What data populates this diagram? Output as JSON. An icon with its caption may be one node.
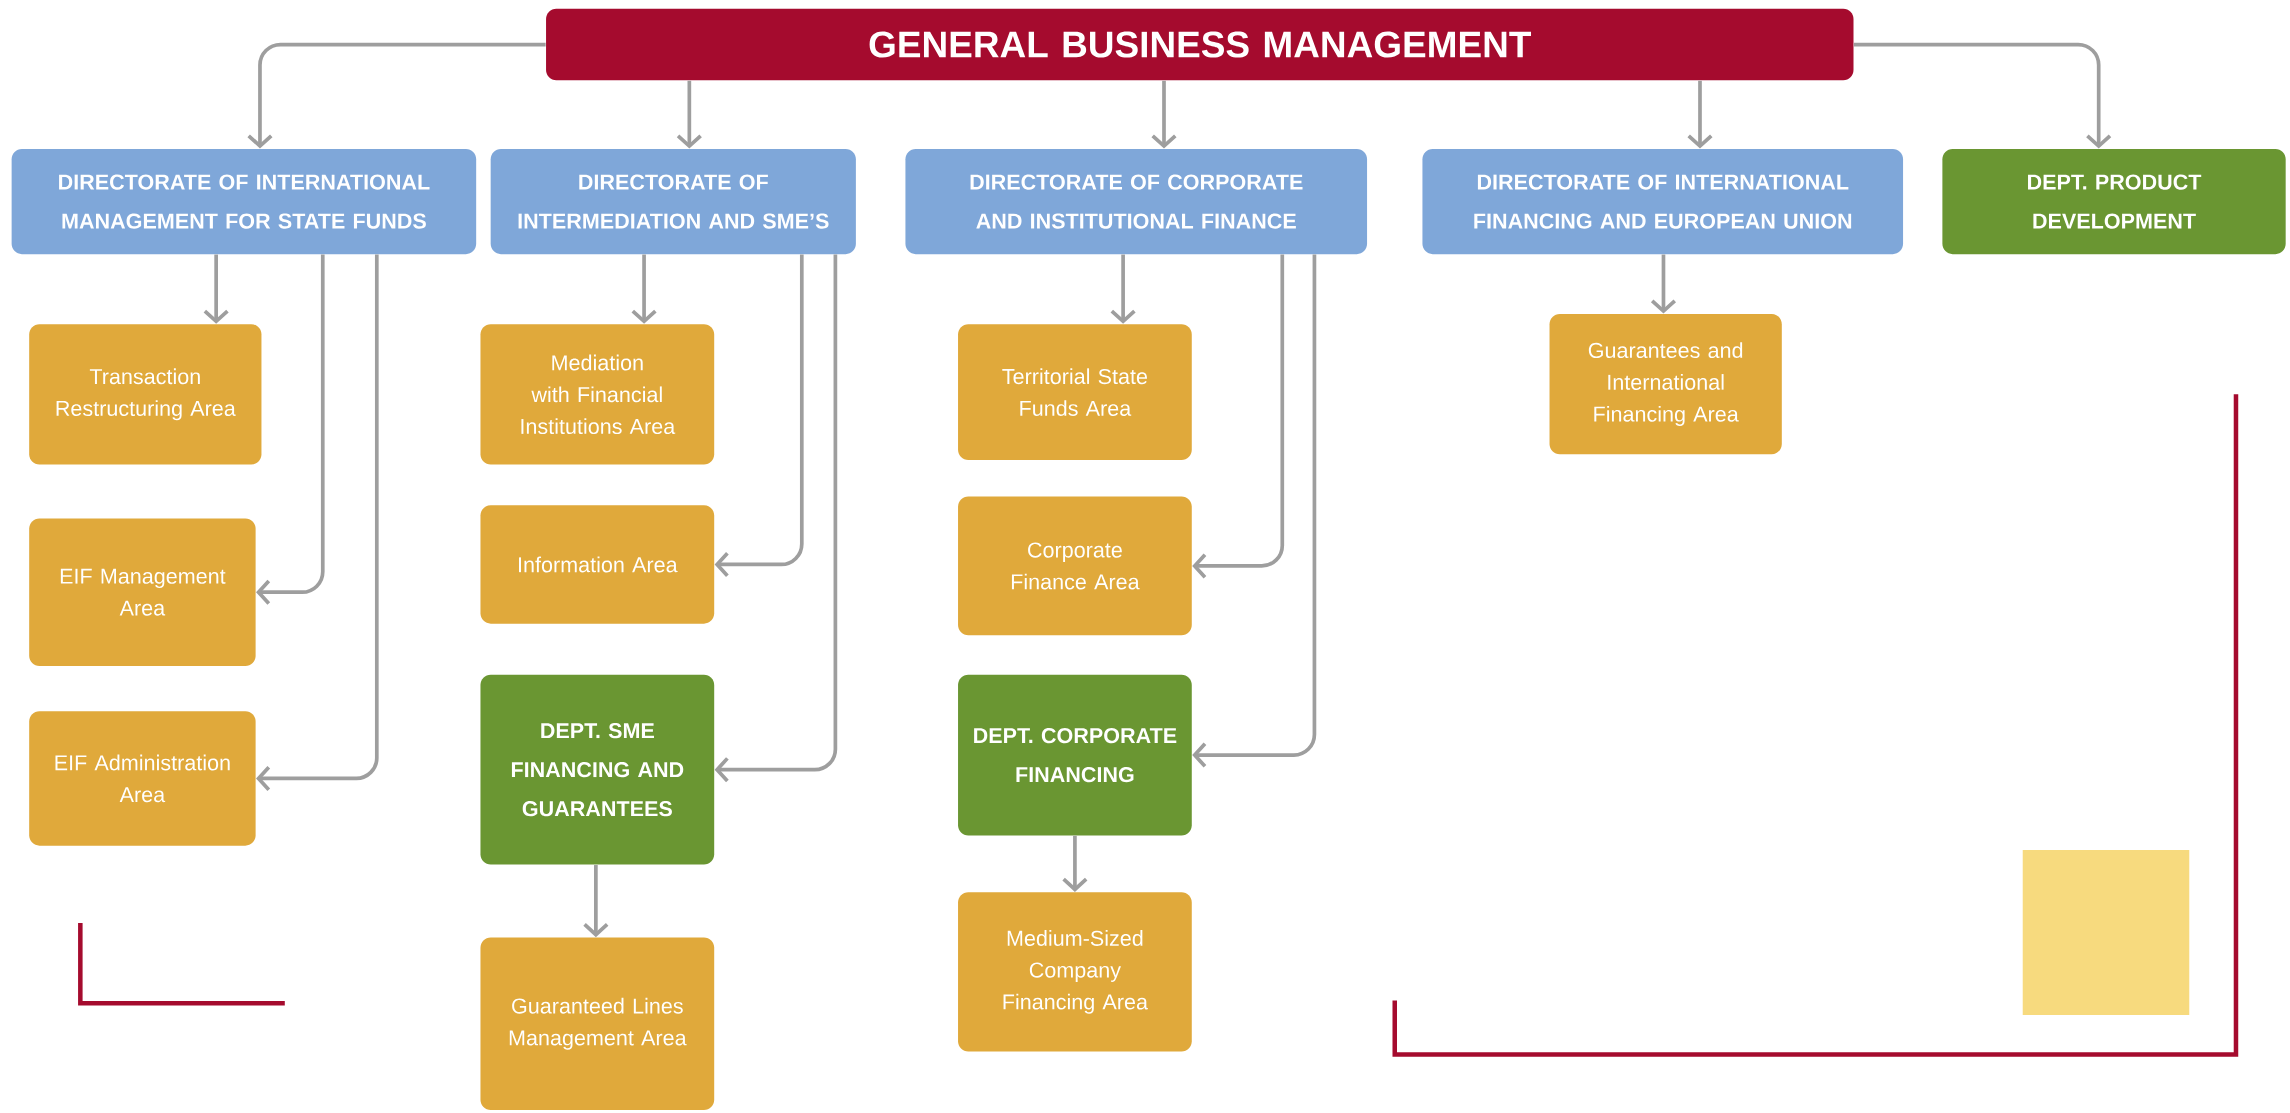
{
  "diagram": {
    "nodes": [
      {
        "text": [
          "GENERAL BUSINESS MANAGEMENT"
        ]
      },
      {
        "text": [
          "DIRECTORATE OF INTERNATIONAL MANAGEMENT FOR STATE FUNDS"
        ]
      },
      {
        "text": [
          "DIRECTORATE OF INTERMEDIATION AND SME’S"
        ]
      },
      {
        "text": [
          "DIRECTORATE OF CORPORATE AND INSTITUTIONAL FINANCE"
        ]
      },
      {
        "text": [
          "DIRECTORATE OF INTERNATIONAL FINANCING AND EUROPEAN UNION"
        ]
      },
      {
        "text": [
          "DEPT. PRODUCT DEVELOPMENT"
        ]
      },
      {
        "text": [
          "Transaction Restructuring Area"
        ]
      },
      {
        "text": [
          "EIF Management Area"
        ]
      },
      {
        "text": [
          "EIF Administration Area"
        ]
      },
      {
        "text": [
          "Mediation with Financial Institutions Area"
        ]
      },
      {
        "text": [
          "Information Area"
        ]
      },
      {
        "text": [
          "DEPT. SME FINANCING AND GUARANTEES"
        ]
      },
      {
        "text": [
          "Guaranteed Lines Management Area"
        ]
      },
      {
        "text": [
          "Territorial State Funds Area"
        ]
      },
      {
        "text": [
          "Corporate Finance Area"
        ]
      },
      {
        "text": [
          "DEPT. CORPORATE FINANCING"
        ]
      },
      {
        "text": [
          "Medium-Sized Company Financing Area"
        ]
      },
      {
        "text": [
          "Guarantees and International Financing Area"
        ]
      },
      {
        "text": [],
        "shape": "box"
      }
    ],
    "edges": [
      {
        "from": 0,
        "to": 1,
        "arrow": "to"
      },
      {
        "from": 0,
        "to": 2,
        "arrow": "to"
      },
      {
        "from": 0,
        "to": 3,
        "arrow": "to"
      },
      {
        "from": 0,
        "to": 4,
        "arrow": "to"
      },
      {
        "from": 0,
        "to": 5,
        "arrow": "to"
      },
      {
        "from": 1,
        "to": 6,
        "arrow": "to"
      },
      {
        "from": 1,
        "to": 7,
        "arrow": "to"
      },
      {
        "from": 1,
        "to": 8,
        "arrow": "to"
      },
      {
        "from": 2,
        "to": 9,
        "arrow": "to"
      },
      {
        "from": 2,
        "to": 10,
        "arrow": "to"
      },
      {
        "from": 2,
        "to": 11,
        "arrow": "to"
      },
      {
        "from": 11,
        "to": 12,
        "arrow": "to"
      },
      {
        "from": 3,
        "to": 13,
        "arrow": "to"
      },
      {
        "from": 3,
        "to": 14,
        "arrow": "to"
      },
      {
        "from": 3,
        "to": 15,
        "arrow": "to"
      },
      {
        "from": 15,
        "to": 16,
        "arrow": "to"
      },
      {
        "from": 4,
        "to": 17,
        "arrow": "to"
      }
    ]
  }
}
